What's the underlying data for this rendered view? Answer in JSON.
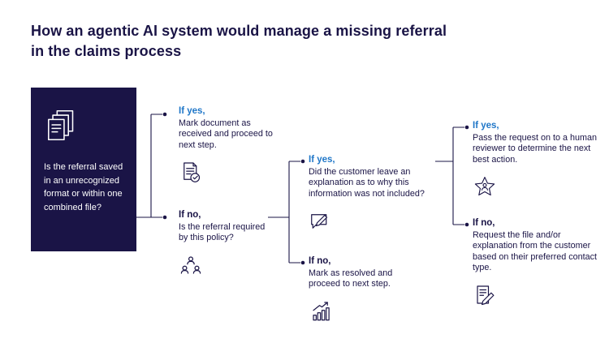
{
  "title": "How an agentic AI system would manage a missing referral\nin the claims process",
  "colors": {
    "navy": "#1A1446",
    "blue": "#2077C8",
    "background": "#FFFFFF",
    "box_text": "#FFFFFF"
  },
  "flow": {
    "root": {
      "text": "Is the referral saved in an unrecognized format or within one combined file?",
      "icon": "documents-stack-icon"
    },
    "level1": [
      {
        "label": "If yes,",
        "text": "Mark document as received and proceed to next step.",
        "icon": "document-check-icon"
      },
      {
        "label": "If no,",
        "text": "Is the referral required by this policy?",
        "icon": "people-group-icon"
      }
    ],
    "level2": [
      {
        "label": "If yes,",
        "text": "Did the customer leave an explanation as to why this information was not included?",
        "icon": "chat-pencil-icon"
      },
      {
        "label": "If no,",
        "text": "Mark as resolved and proceed to next step.",
        "icon": "bar-chart-icon"
      }
    ],
    "level3": [
      {
        "label": "If yes,",
        "text": "Pass the request on to a human reviewer to determine the next best action.",
        "icon": "star-person-icon"
      },
      {
        "label": "If no,",
        "text": "Request the file and/or explanation from the customer based on their preferred contact type.",
        "icon": "document-pencil-icon"
      }
    ]
  }
}
